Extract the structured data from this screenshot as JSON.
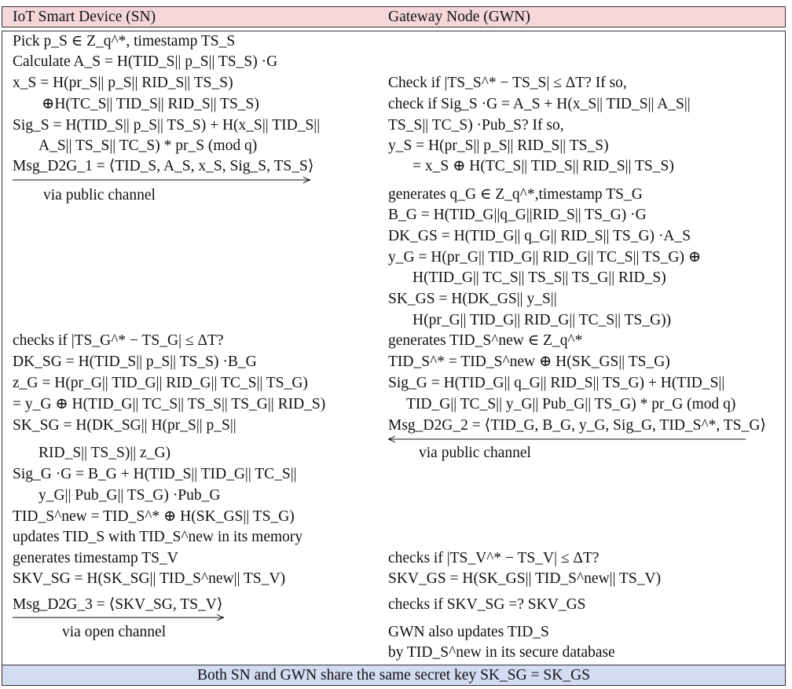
{
  "header": {
    "left": "IoT Smart Device (SN)",
    "right": "Gateway Node (GWN)"
  },
  "left_column": [
    "Pick p_S ∈ Z_q^*, timestamp TS_S",
    "Calculate A_S = H(TID_S|| p_S|| TS_S) ·G",
    "x_S = H(pr_S|| p_S|| RID_S|| TS_S)",
    "⊕H(TC_S|| TID_S|| RID_S|| TS_S)",
    "Sig_S = H(TID_S|| p_S|| TS_S) + H(x_S|| TID_S||",
    "A_S|| TS_S|| TC_S) * pr_S  (mod q)",
    "Msg_D2G_1 = ⟨TID_S, A_S, x_S, Sig_S, TS_S⟩",
    "via public channel",
    "checks if |TS_G^* − TS_G| ≤ ΔT?",
    "DK_SG = H(TID_S|| p_S|| TS_S) ·B_G",
    "z_G = H(pr_G|| TID_G|| RID_G|| TC_S|| TS_G)",
    "= y_G ⊕ H(TID_G|| TC_S|| TS_S|| TS_G|| RID_S)",
    "SK_SG = H(DK_SG|| H(pr_S|| p_S||",
    "RID_S|| TS_S)|| z_G)",
    "Sig_G ·G = B_G + H(TID_S|| TID_G|| TC_S||",
    "y_G|| Pub_G|| TS_G) ·Pub_G",
    "TID_S^new = TID_S^* ⊕ H(SK_GS|| TS_G)",
    "updates TID_S with TID_S^new in its memory",
    "generates timestamp TS_V",
    "SKV_SG = H(SK_SG|| TID_S^new|| TS_V)",
    "Msg_D2G_3 = ⟨SKV_SG, TS_V⟩",
    "via open channel"
  ],
  "right_column": [
    "Check if |TS_S^* − TS_S| ≤ ΔT? If so,",
    "check if Sig_S ·G = A_S + H(x_S|| TID_S|| A_S||",
    "TS_S|| TC_S) ·Pub_S? If so,",
    "y_S = H(pr_S|| p_S|| RID_S|| TS_S)",
    "= x_S ⊕ H(TC_S|| TID_S|| RID_S|| TS_S)",
    "generates q_G ∈ Z_q^*,timestamp TS_G",
    "B_G = H(TID_G||q_G||RID_S|| TS_G) ·G",
    "DK_GS = H(TID_G|| q_G|| RID_S|| TS_G) ·A_S",
    "y_G = H(pr_G|| TID_G|| RID_G|| TC_S|| TS_G) ⊕",
    "H(TID_G|| TC_S|| TS_S|| TS_G|| RID_S)",
    "SK_GS = H(DK_GS|| y_S||",
    "H(pr_G|| TID_G|| RID_G|| TC_S|| TS_G))",
    "generates TID_S^new ∈ Z_q^*",
    "TID_S^* = TID_S^new ⊕ H(SK_GS|| TS_G)",
    "Sig_G = H(TID_G|| q_G|| RID_S|| TS_G) + H(TID_S||",
    "TID_G|| TC_S|| y_G|| Pub_G|| TS_G) * pr_G  (mod q)",
    "Msg_D2G_2 = ⟨TID_G, B_G, y_G, Sig_G, TID_S^*, TS_G⟩",
    "via public channel",
    "checks if |TS_V^* − TS_V| ≤ ΔT?",
    "SKV_GS = H(SK_GS|| TID_S^new|| TS_V)",
    "checks if SKV_SG =? SKV_GS",
    "GWN also updates TID_S",
    "by TID_S^new in its secure database"
  ],
  "footer": "Both SN and GWN share the same secret key SK_SG = SK_GS"
}
